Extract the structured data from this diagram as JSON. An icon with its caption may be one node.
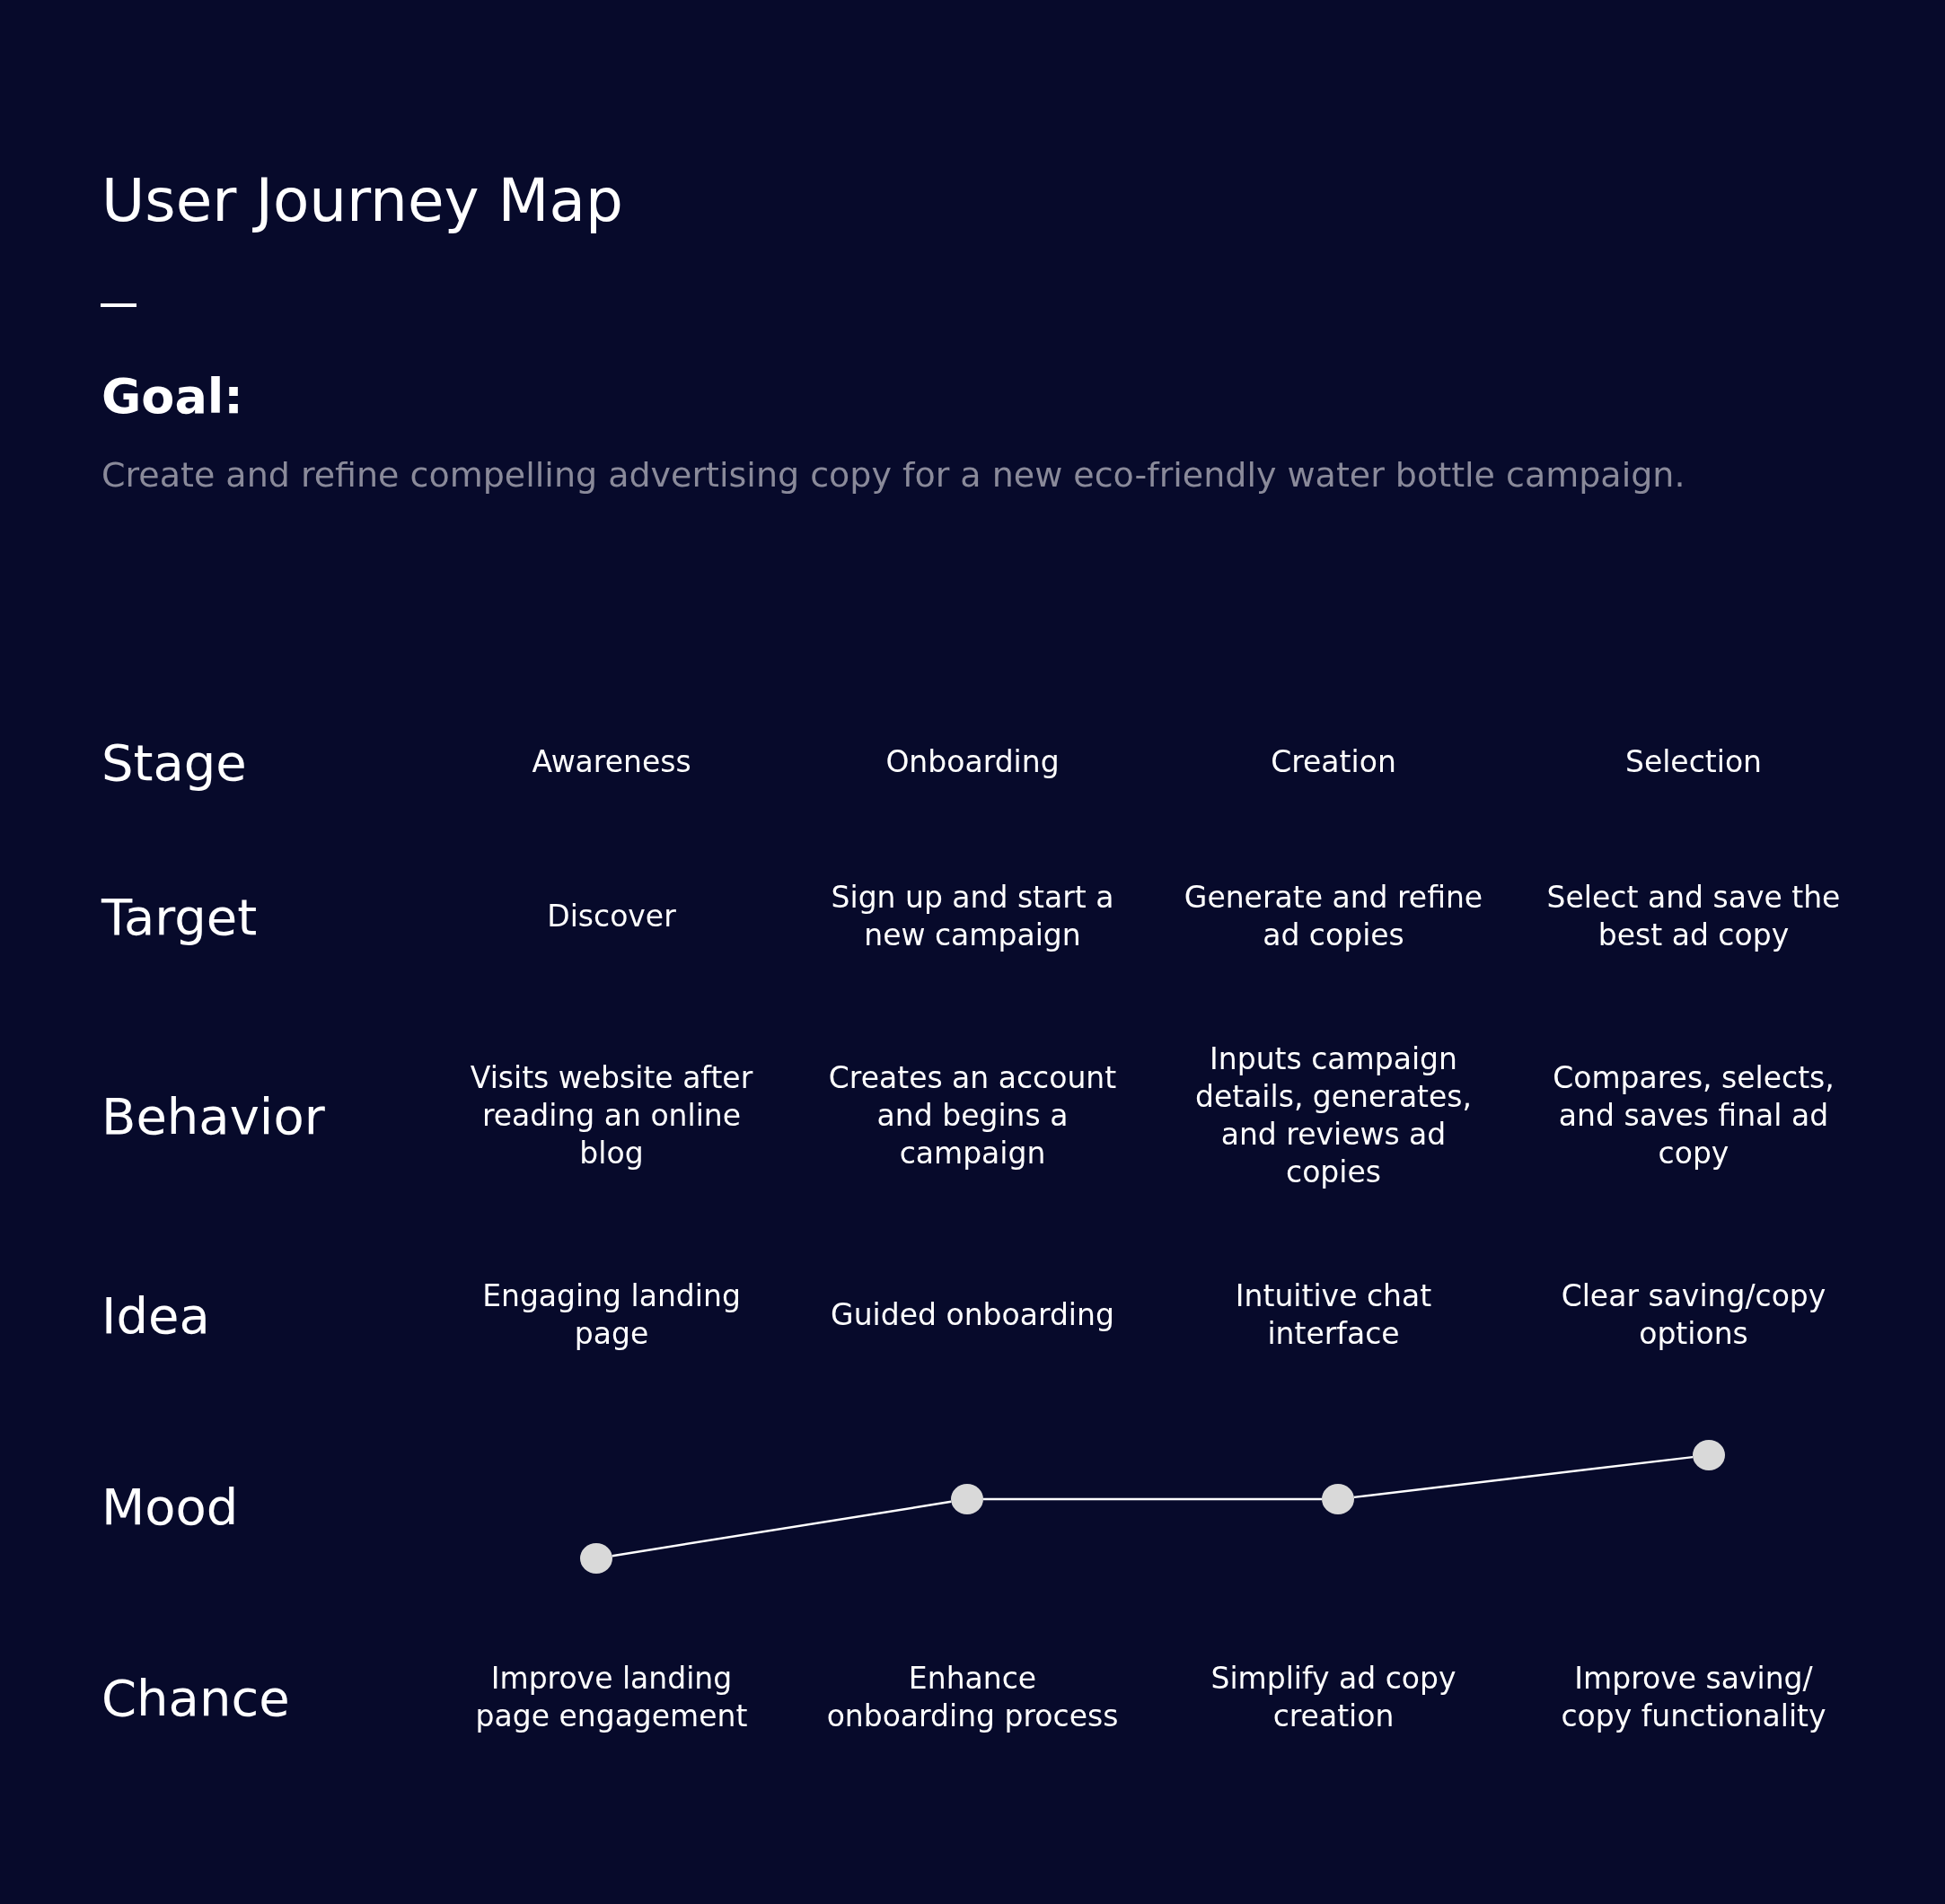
{
  "diagram": {
    "title": "User Journey Map",
    "nodes": [
      {
        "text": [],
        "shape": "circle"
      },
      {
        "text": [],
        "shape": "circle"
      },
      {
        "text": [],
        "shape": "circle"
      },
      {
        "text": [],
        "shape": "circle"
      }
    ],
    "edges": [
      {
        "from": 0,
        "to": 1,
        "arrow": "none"
      },
      {
        "from": 1,
        "to": 2,
        "arrow": "none"
      },
      {
        "from": 2,
        "to": 3,
        "arrow": "none"
      }
    ],
    "labels": [
      "Goal:",
      "Create and refine compelling advertising copy for a new eco-friendly water bottle campaign.",
      "Stage",
      "Awareness",
      "Onboarding",
      "Creation",
      "Selection",
      "Target",
      "Discover",
      "Sign up and start a new campaign",
      "Generate and refine ad copies",
      "Select and save the best ad copy",
      "Behavior",
      "Visits website after reading an online blog",
      "Creates an account and begins a campaign",
      "Inputs campaign details, generates, and reviews ad copies",
      "Compares, selects, and saves final ad copy",
      "Idea",
      "Engaging landing page",
      "Guided onboarding",
      "Intuitive chat interface",
      "Clear saving/copy options",
      "Mood",
      "Chance",
      "Improve landing page engagement",
      "Enhance onboarding process",
      "Simplify ad copy creation",
      "Improve saving/ copy functionality"
    ]
  }
}
